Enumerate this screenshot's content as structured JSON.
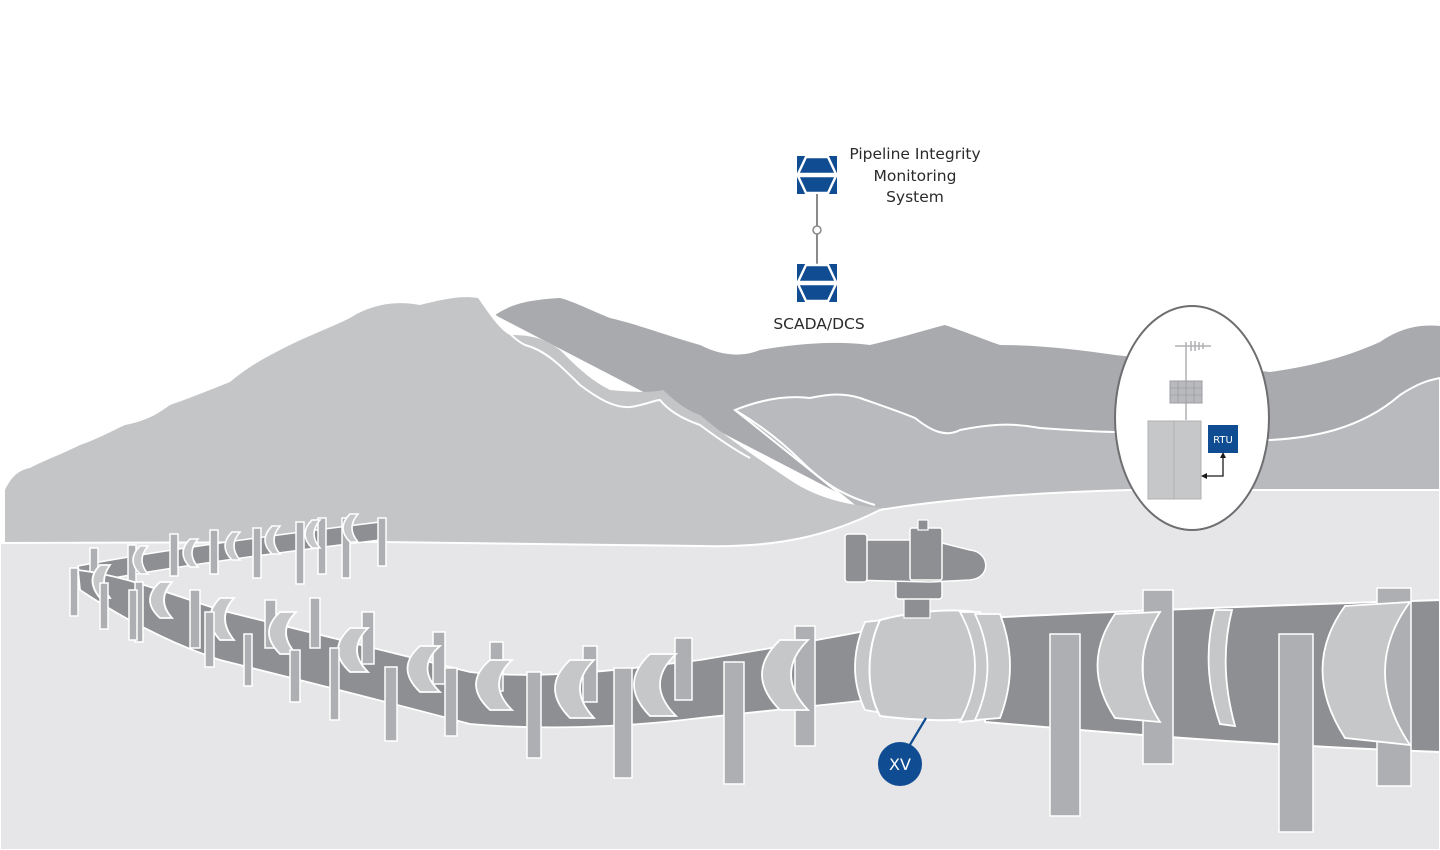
{
  "diagram": {
    "title": "Pipeline monitoring overview",
    "nodes": {
      "pims": {
        "label": "Pipeline Integrity\nMonitoring\nSystem",
        "lines": [
          "Pipeline Integrity",
          "Monitoring",
          "System"
        ],
        "icon": "control-system-icon"
      },
      "scada": {
        "label": "SCADA/DCS",
        "icon": "control-system-icon"
      },
      "rtu": {
        "label": "RTU"
      },
      "valve": {
        "tag": "XV"
      }
    },
    "connections": [
      {
        "from": "pims",
        "to": "scada",
        "style": "line-with-junction"
      },
      {
        "from": "rtu",
        "to": "cabinet",
        "style": "arrow"
      }
    ],
    "callout": {
      "contents": [
        "antenna",
        "solar-panel",
        "cabinet",
        "RTU"
      ]
    }
  },
  "colors": {
    "brand_blue": "#0f4c92",
    "mountain_far": "#a9aaad",
    "mountain_near": "#c4c5c7",
    "ground": "#e6e6e8",
    "pipe": "#8e8f93",
    "support": "#aeafb2",
    "saddle": "#c6c7c9"
  }
}
